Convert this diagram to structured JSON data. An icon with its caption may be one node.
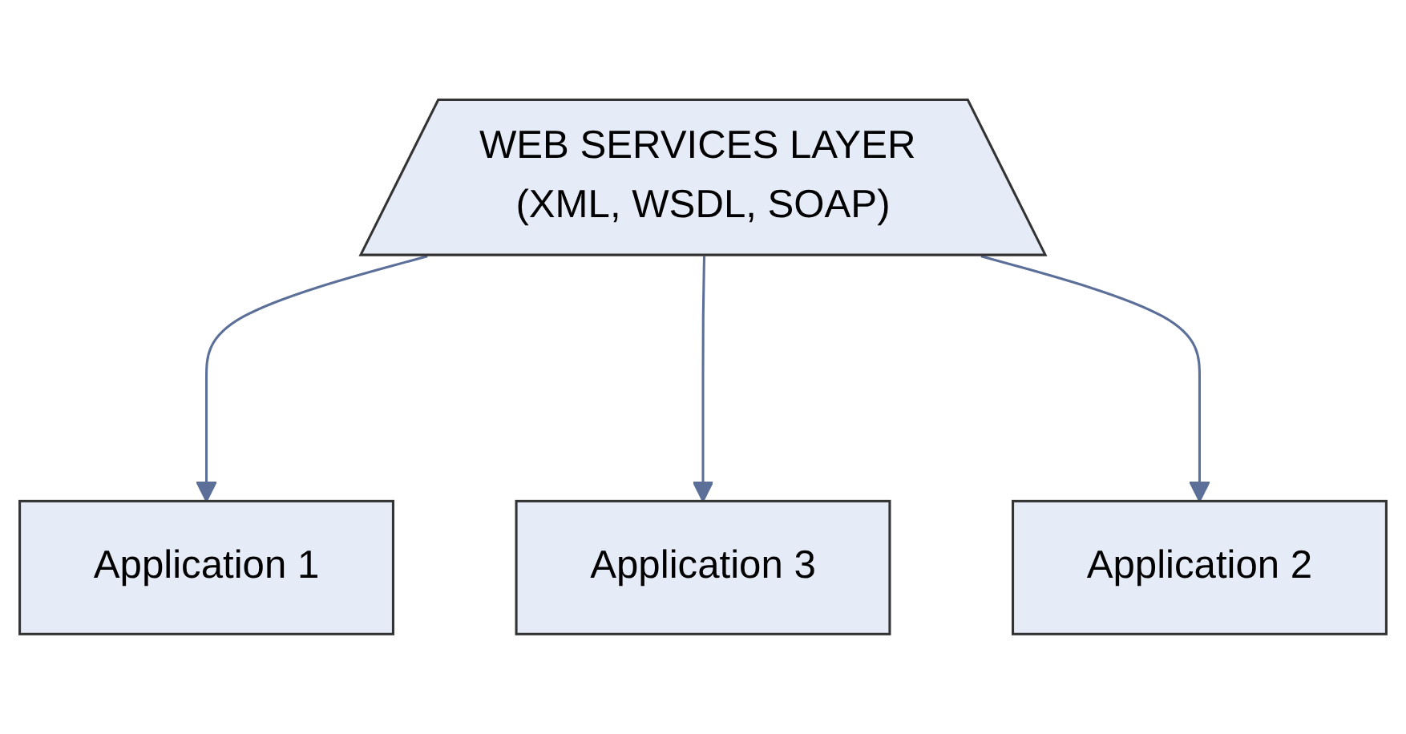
{
  "diagram": {
    "nodes": [
      {
        "text": [
          "Application 1"
        ]
      },
      {
        "text": [
          "WEB SERVICES LAYER (XML, WSDL, SOAP)"
        ]
      },
      {
        "text": [
          "Application 3"
        ]
      },
      {
        "text": [
          "Application 2"
        ]
      }
    ],
    "edges": [
      {
        "from": 1,
        "to": 0,
        "arrow": "to"
      },
      {
        "from": 1,
        "to": 2,
        "arrow": "to"
      },
      {
        "from": 1,
        "to": 3,
        "arrow": "to"
      }
    ]
  }
}
